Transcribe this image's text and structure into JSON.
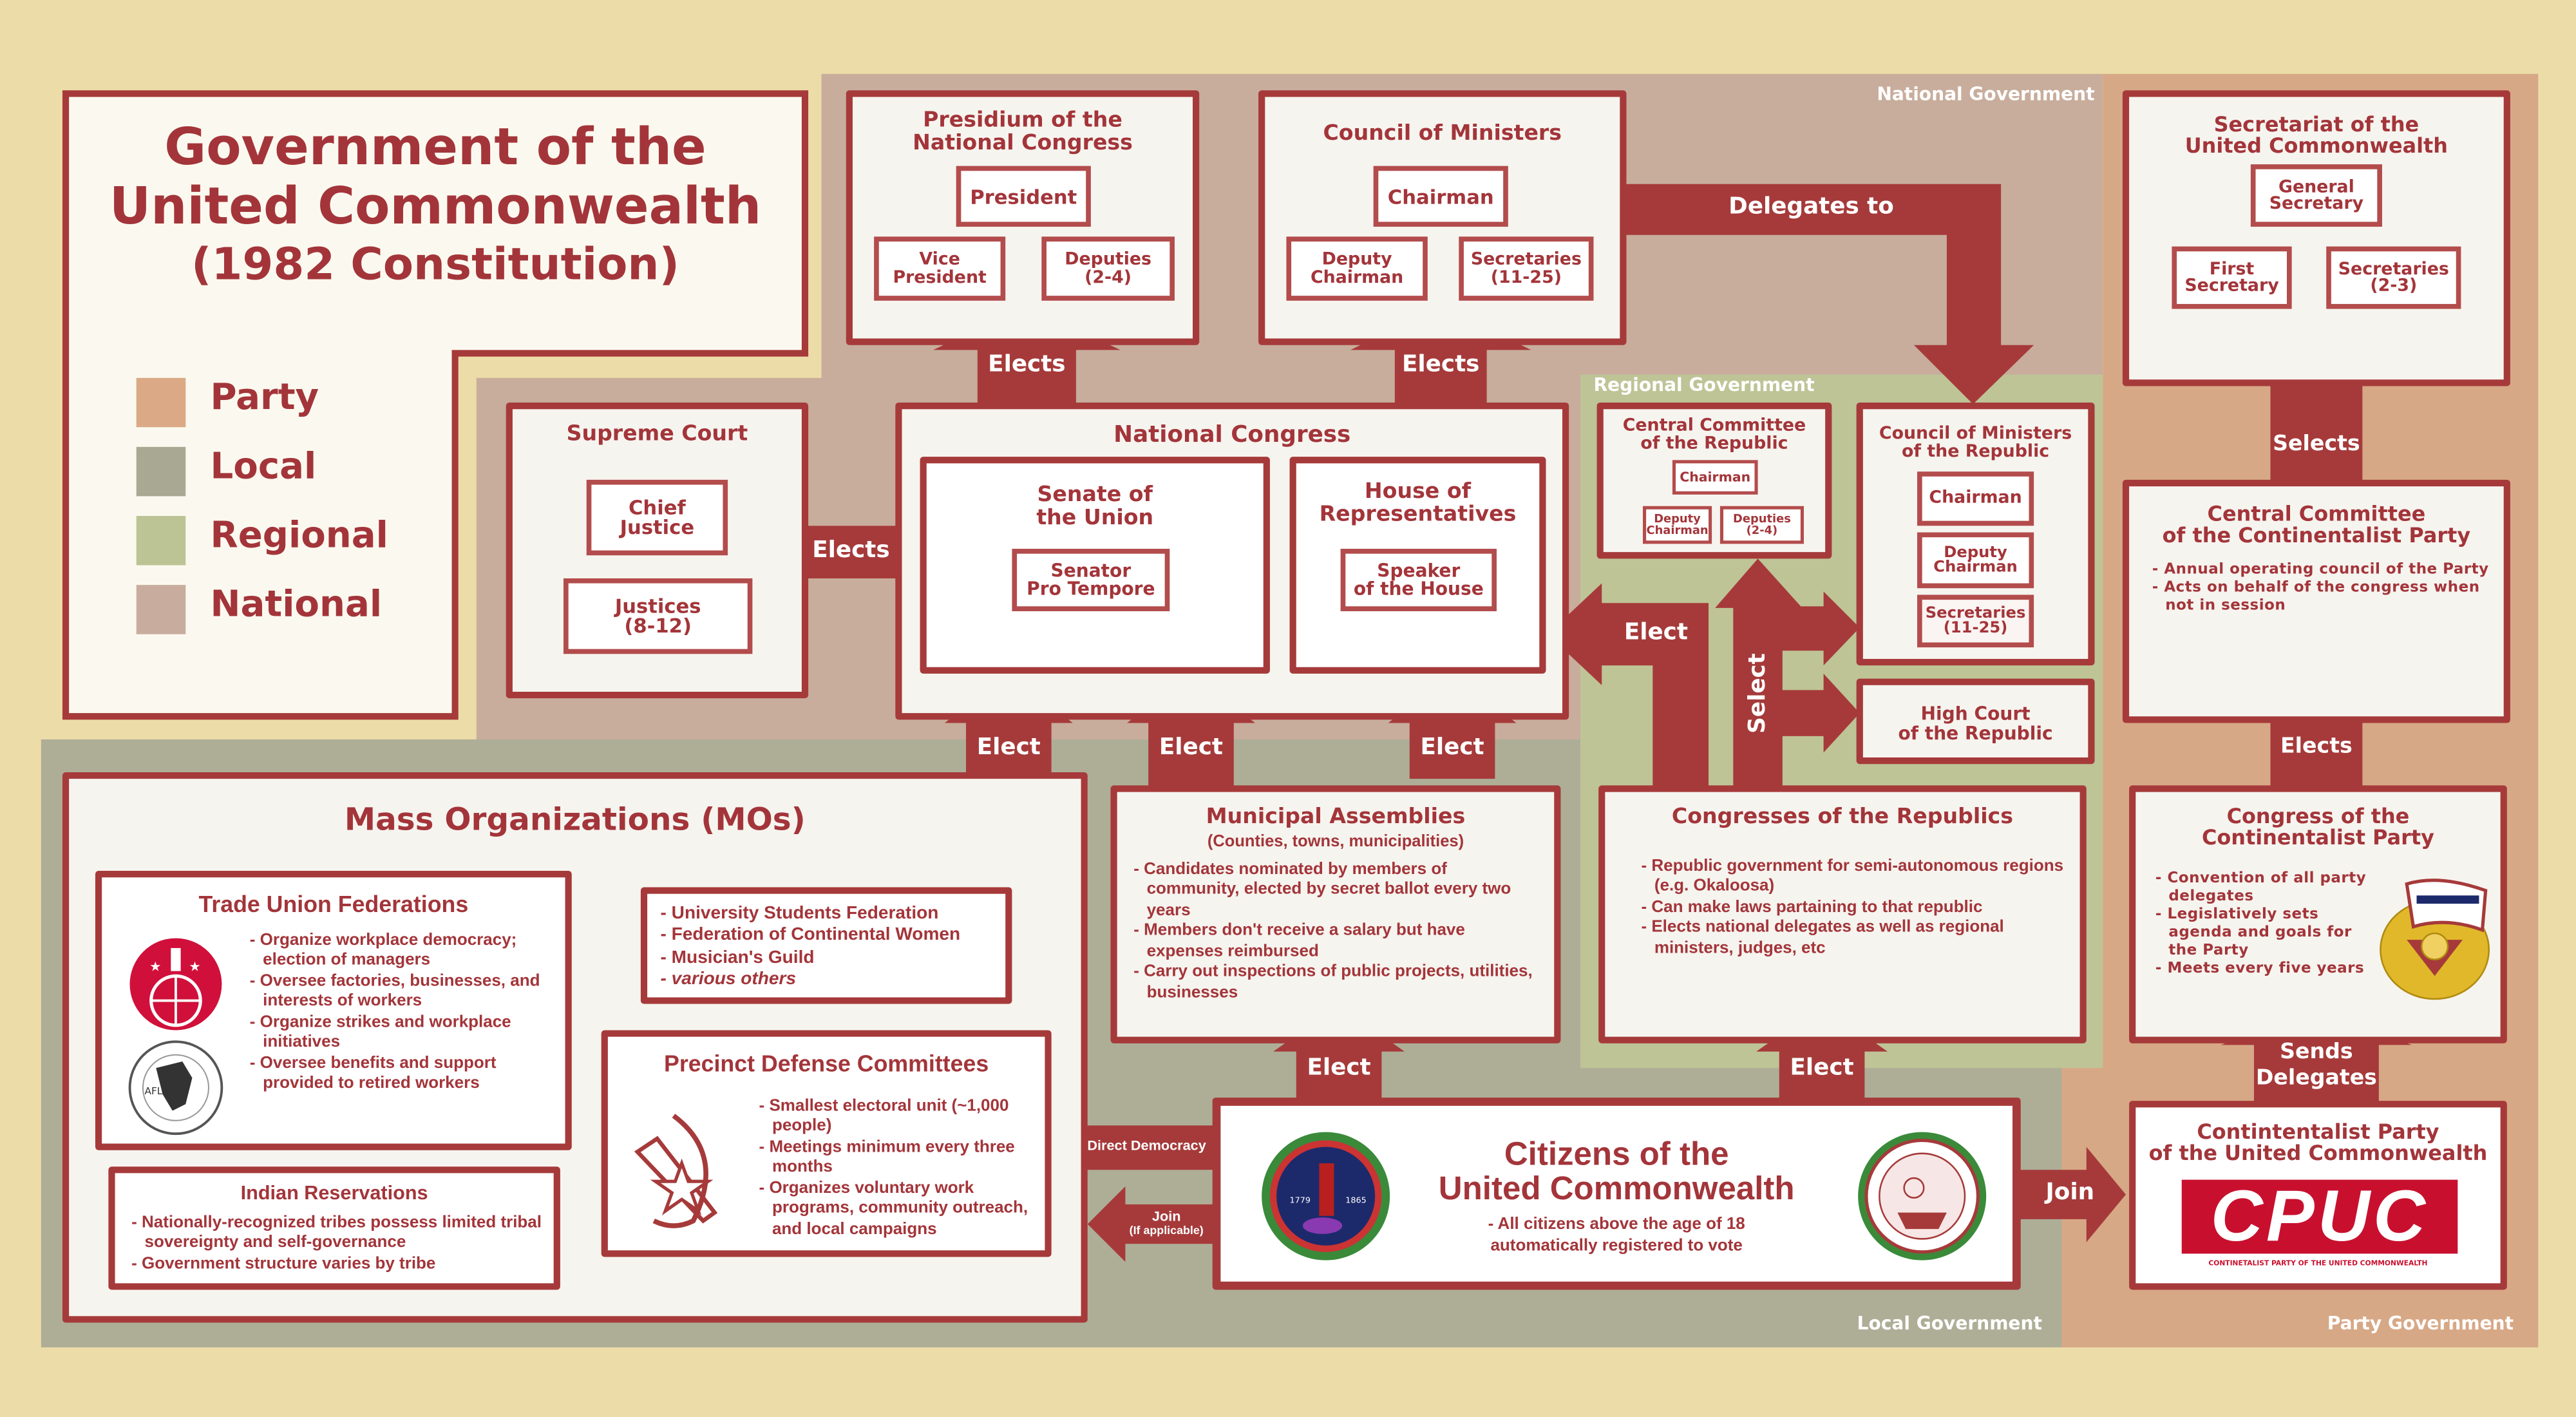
{
  "title": {
    "line1": "Government of the",
    "line2": "United Commonwealth",
    "line3": "(1982 Constitution)"
  },
  "legend": [
    {
      "label": "Party",
      "color": "#dba986"
    },
    {
      "label": "Local",
      "color": "#a9a893"
    },
    {
      "label": "Regional",
      "color": "#bcc495"
    },
    {
      "label": "National",
      "color": "#c8ad9e"
    }
  ],
  "zones": {
    "national": "National Government",
    "regional": "Regional Government",
    "local": "Local Government",
    "party": "Party Government"
  },
  "colors": {
    "accent": "#a63a3a",
    "background": "#ecdca8",
    "national": "#c8ad9c",
    "regional": "#bec496",
    "local": "#aeae97",
    "party": "#d7a886"
  },
  "national": {
    "presidium": {
      "title1": "Presidium of the",
      "title2": "National Congress",
      "president": "President",
      "vice1": "Vice",
      "vice2": "President",
      "deputies1": "Deputies",
      "deputies2": "(2-4)"
    },
    "council": {
      "title": "Council of Ministers",
      "chairman": "Chairman",
      "deputy1": "Deputy",
      "deputy2": "Chairman",
      "secretaries1": "Secretaries",
      "secretaries2": "(11-25)"
    },
    "supreme": {
      "title": "Supreme Court",
      "chief1": "Chief",
      "chief2": "Justice",
      "justices1": "Justices",
      "justices2": "(8-12)"
    },
    "congress": {
      "title": "National Congress",
      "senate1": "Senate of",
      "senate2": "the Union",
      "senator1": "Senator",
      "senator2": "Pro Tempore",
      "house1": "House of",
      "house2": "Representatives",
      "speaker1": "Speaker",
      "speaker2": "of the House"
    }
  },
  "regional": {
    "cc": {
      "title1": "Central Committee",
      "title2": "of the Republic",
      "chairman": "Chairman",
      "deputy1": "Deputy",
      "deputy2": "Chairman",
      "deputies1": "Deputies",
      "deputies2": "(2-4)"
    },
    "council": {
      "title1": "Council of Ministers",
      "title2": "of the Republic",
      "chairman": "Chairman",
      "deputy1": "Deputy",
      "deputy2": "Chairman",
      "secretaries1": "Secretaries",
      "secretaries2": "(11-25)"
    },
    "court": {
      "title1": "High Court",
      "title2": "of the Republic"
    },
    "congresses": {
      "title": "Congresses of the Republics",
      "items": [
        "Republic government for semi-autonomous regions (e.g. Okaloosa)",
        "Can make laws partaining to that republic",
        "Elects national delegates as well as regional ministers, judges, etc"
      ]
    }
  },
  "local": {
    "municipal": {
      "title": "Municipal Assemblies",
      "subtitle": "(Counties, towns, municipalities)",
      "items": [
        "Candidates nominated by members of community, elected by secret ballot every two years",
        "Members don't receive a salary but have expenses reimbursed",
        "Carry out inspections of public projects, utilities, businesses"
      ]
    },
    "mos": {
      "title": "Mass Organizations (MOs)"
    },
    "trade": {
      "title": "Trade Union Federations",
      "items": [
        "Organize workplace democracy; election of managers",
        "Oversee factories, businesses, and interests of workers",
        "Organize strikes and workplace initiatives",
        "Oversee benefits and support provided to retired workers"
      ],
      "logo2": "AFL-CIO"
    },
    "others": {
      "items": [
        "University Students Federation",
        "Federation of Continental Women",
        "Musician's Guild"
      ],
      "italic": "various others"
    },
    "indian": {
      "title": "Indian Reservations",
      "items": [
        "Nationally-recognized tribes possess limited tribal sovereignty and self-governance",
        "Government structure varies by tribe"
      ]
    },
    "precinct": {
      "title": "Precinct Defense Committees",
      "items": [
        "Smallest electoral unit (~1,000 people)",
        "Meetings minimum every three months",
        "Organizes voluntary work programs, community outreach, and local campaigns"
      ]
    },
    "citizens": {
      "title1": "Citizens of the",
      "title2": "United Commonwealth",
      "items": [
        "All citizens above the age of 18 automatically registered to vote"
      ],
      "seal_years": [
        "1779",
        "1865"
      ]
    }
  },
  "party": {
    "secretariat": {
      "title1": "Secretariat of the",
      "title2": "United Commonwealth",
      "general1": "General",
      "general2": "Secretary",
      "first1": "First",
      "first2": "Secretary",
      "secs1": "Secretaries",
      "secs2": "(2-3)"
    },
    "cc": {
      "title1": "Central Committee",
      "title2": "of the Continentalist Party",
      "items": [
        "Annual operating council of the Party",
        "Acts on behalf of the congress when not in session"
      ]
    },
    "congress": {
      "title1": "Congress of the",
      "title2": "Continentalist Party",
      "items": [
        "Convention of all party delegates",
        "Legislatively sets agenda and goals for the Party",
        "Meets every five years"
      ]
    },
    "cpuc": {
      "title1": "Contintentalist Party",
      "title2": "of the United Commonwealth",
      "logo": "CPUC",
      "logo_caption": "CONTINETALIST PARTY OF THE UNITED COMMONWEALTH"
    }
  },
  "arrows": {
    "elects": "Elects",
    "elect": "Elect",
    "delegates_to": "Delegates to",
    "select": "Select",
    "selects": "Selects",
    "direct_democracy": "Direct Democracy",
    "join": "Join",
    "if_applicable": "(If applicable)",
    "sends": "Sends",
    "delegates": "Delegates"
  }
}
